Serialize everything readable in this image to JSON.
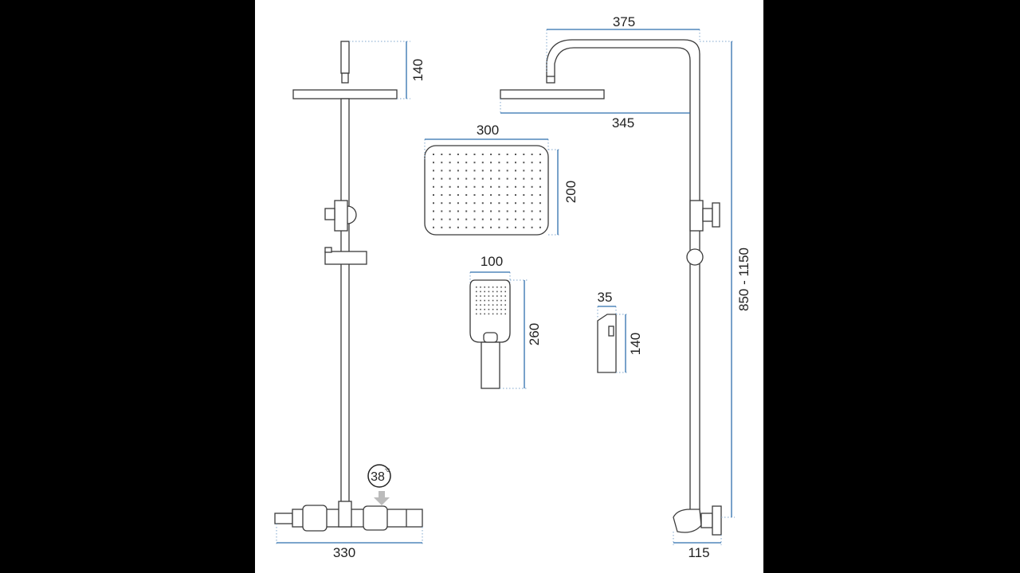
{
  "dimensions": {
    "left_head_height": "140",
    "arm_reach": "375",
    "head_offset": "345",
    "rain_head_width": "300",
    "rain_head_depth": "200",
    "hand_shower_width": "100",
    "hand_shower_length": "260",
    "holder_width": "35",
    "holder_height": "140",
    "total_height": "850 - 1150",
    "mixer_width": "330",
    "wall_depth": "115"
  },
  "thermostat_display": {
    "temperature": "38",
    "unit": "°C"
  },
  "colors": {
    "dimension": "#2f6fae",
    "drawing": "#3a3a3a",
    "background": "#ffffff",
    "margin": "#000000"
  }
}
